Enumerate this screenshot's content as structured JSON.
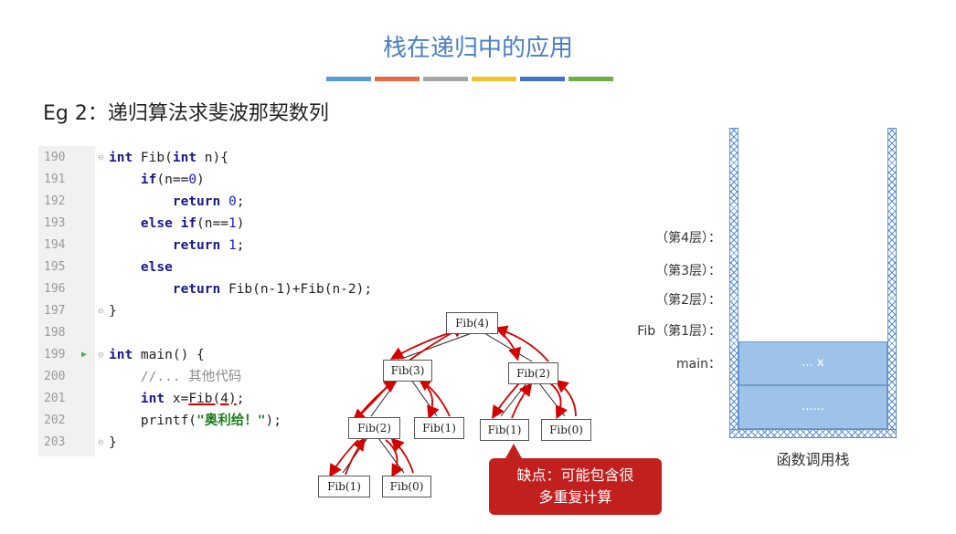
{
  "title": "栈在递归中的应用",
  "color_bars": [
    "#5b9bd5",
    "#e46c43",
    "#a5a5a5",
    "#f2c230",
    "#4472c4",
    "#70ad47"
  ],
  "heading": "Eg 2：递归算法求斐波那契数列",
  "code": {
    "lines": [
      {
        "ln": "190",
        "seg": [
          "",
          "int",
          " Fib(",
          "int",
          " n){"
        ]
      },
      {
        "ln": "191",
        "seg": [
          "    ",
          "if",
          "(n==",
          "0",
          ")"
        ]
      },
      {
        "ln": "192",
        "seg": [
          "        ",
          "return",
          " ",
          "0",
          ";"
        ]
      },
      {
        "ln": "193",
        "seg": [
          "    ",
          "else if",
          "(n==",
          "1",
          ")"
        ]
      },
      {
        "ln": "194",
        "seg": [
          "        ",
          "return",
          " ",
          "1",
          ";"
        ]
      },
      {
        "ln": "195",
        "seg": [
          "    ",
          "else",
          "",
          "",
          ""
        ]
      },
      {
        "ln": "196",
        "seg": [
          "        ",
          "return",
          " Fib(n-1)+Fib(n-2);",
          "",
          ""
        ]
      },
      {
        "ln": "197",
        "seg": [
          "",
          "",
          "}",
          "",
          ""
        ]
      },
      {
        "ln": "198",
        "seg": [
          "",
          "",
          "",
          "",
          ""
        ]
      },
      {
        "ln": "199",
        "seg": [
          "",
          "int",
          " main() {",
          "",
          ""
        ]
      },
      {
        "ln": "200",
        "seg": [
          "    ",
          "",
          "//... 其他代码",
          "",
          ""
        ]
      },
      {
        "ln": "201",
        "seg": [
          "    ",
          "int",
          " x=",
          "Fib(4)",
          ";"
        ]
      },
      {
        "ln": "202",
        "seg": [
          "    ",
          "",
          "printf(",
          "\"奥利给！\"",
          ");"
        ]
      },
      {
        "ln": "203",
        "seg": [
          "",
          "",
          "}",
          "",
          ""
        ]
      }
    ]
  },
  "tree": {
    "nodes": [
      {
        "id": "n4",
        "label": "Fib(4)"
      },
      {
        "id": "n3",
        "label": "Fib(3)"
      },
      {
        "id": "n2a",
        "label": "Fib(2)"
      },
      {
        "id": "n2b",
        "label": "Fib(2)"
      },
      {
        "id": "n1a",
        "label": "Fib(1)"
      },
      {
        "id": "n1b",
        "label": "Fib(1)"
      },
      {
        "id": "n0a",
        "label": "Fib(0)"
      },
      {
        "id": "n1c",
        "label": "Fib(1)"
      },
      {
        "id": "n0b",
        "label": "Fib(0)"
      }
    ]
  },
  "callout": {
    "line1": "缺点：可能包含很",
    "line2": "多重复计算"
  },
  "stack": {
    "labels": [
      "（第4层）：",
      "（第3层）：",
      "（第2层）：",
      "Fib（第1层）：",
      "main："
    ],
    "frame_main": "... x",
    "frame_os": "......",
    "caption": "函数调用栈"
  },
  "colors": {
    "title": "#4a7fc1",
    "callout": "#c21f1f",
    "stack_fill": "#9fc3e8",
    "hatch": "#5b8bd0"
  }
}
